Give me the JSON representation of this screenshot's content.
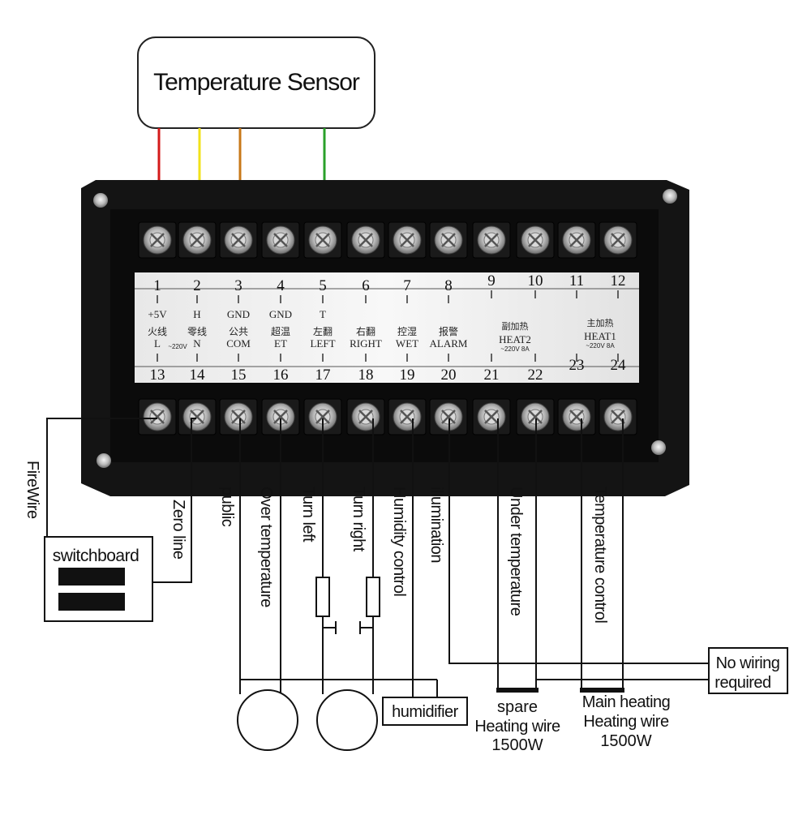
{
  "sensor": {
    "label": "Temperature Sensor"
  },
  "wire_colors": {
    "red": "#d41a1a",
    "yellow": "#f2e21a",
    "orange": "#c87818",
    "green": "#2aa02a"
  },
  "terminals_top": [
    {
      "num": "1",
      "code": "+5V",
      "cn": "",
      "sub": ""
    },
    {
      "num": "2",
      "code": "H",
      "cn": "",
      "sub": ""
    },
    {
      "num": "3",
      "code": "GND",
      "cn": "",
      "sub": ""
    },
    {
      "num": "4",
      "code": "GND",
      "cn": "",
      "sub": ""
    },
    {
      "num": "5",
      "code": "T",
      "cn": "",
      "sub": ""
    },
    {
      "num": "6",
      "code": "",
      "cn": "",
      "sub": ""
    },
    {
      "num": "7",
      "code": "",
      "cn": "",
      "sub": ""
    },
    {
      "num": "8",
      "code": "",
      "cn": "",
      "sub": ""
    },
    {
      "num": "9",
      "code": "",
      "cn": "",
      "sub": ""
    },
    {
      "num": "10",
      "code": "",
      "cn": "",
      "sub": ""
    },
    {
      "num": "11",
      "code": "",
      "cn": "",
      "sub": ""
    },
    {
      "num": "12",
      "code": "",
      "cn": "",
      "sub": ""
    }
  ],
  "terminals_bottom": [
    {
      "num": "13",
      "cn": "火线",
      "code": "L"
    },
    {
      "num": "14",
      "cn": "零线",
      "code": "N"
    },
    {
      "num": "15",
      "cn": "公共",
      "code": "COM"
    },
    {
      "num": "16",
      "cn": "超温",
      "code": "ET"
    },
    {
      "num": "17",
      "cn": "左翻",
      "code": "LEFT"
    },
    {
      "num": "18",
      "cn": "右翻",
      "code": "RIGHT"
    },
    {
      "num": "19",
      "cn": "控湿",
      "code": "WET"
    },
    {
      "num": "20",
      "cn": "报警",
      "code": "ALARM"
    },
    {
      "num": "21",
      "cn": "",
      "code": ""
    },
    {
      "num": "22",
      "cn": "",
      "code": ""
    },
    {
      "num": "23",
      "cn": "",
      "code": ""
    },
    {
      "num": "24",
      "cn": "",
      "code": ""
    }
  ],
  "voltage_label": "~220V",
  "heat2": {
    "cn": "副加热",
    "code": "HEAT2",
    "rating": "~220V 8A"
  },
  "heat1": {
    "cn": "主加热",
    "code": "HEAT1",
    "rating": "~220V 8A"
  },
  "wire_labels": {
    "firewire": "FireWire",
    "zero_line": "Zero line",
    "public": "public",
    "over_temperature": "Over temperature",
    "turn_left": "Turn left",
    "turn_right": "Turn right",
    "humidity_control": "Humidity control",
    "illumination": "illumination",
    "under_temperature": "Under temperature",
    "temperature_control": "Temperature control"
  },
  "switchboard": {
    "label": "switchboard"
  },
  "no_wiring": {
    "line1": "No wiring",
    "line2": "required"
  },
  "humidifier": {
    "label": "humidifier"
  },
  "spare_heater": {
    "line1": "spare",
    "line2": "Heating wire",
    "line3": "1500W"
  },
  "main_heater": {
    "line1": "Main heating",
    "line2": "Heating wire",
    "line3": "1500W"
  }
}
